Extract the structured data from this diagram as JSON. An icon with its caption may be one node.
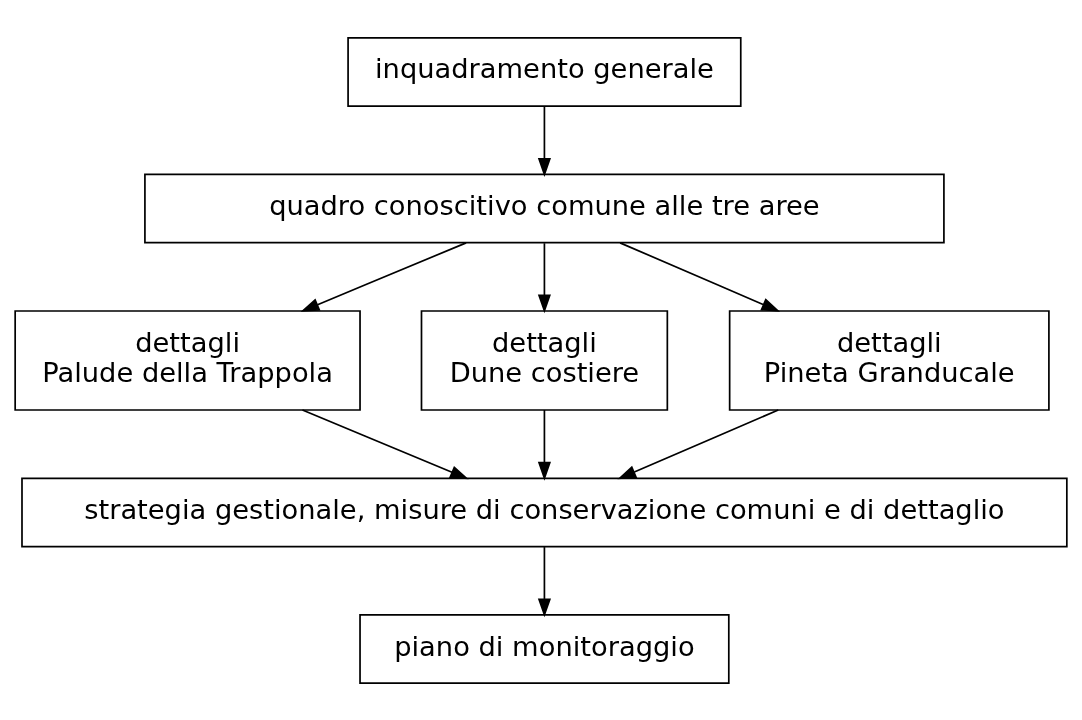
{
  "diagram": {
    "nodes": [
      {
        "text": [
          "inquadramento generale"
        ]
      },
      {
        "text": [
          "quadro conoscitivo comune alle tre aree"
        ]
      },
      {
        "text": [
          "dettagli Palude della Trappola"
        ]
      },
      {
        "text": [
          "dettagli Dune costiere"
        ]
      },
      {
        "text": [
          "dettagli Pineta Granducale"
        ]
      },
      {
        "text": [
          "strategia gestionale, misure di conservazione comuni e di dettaglio"
        ]
      },
      {
        "text": [
          "piano di monitoraggio"
        ]
      }
    ],
    "edges": [
      {
        "from": 0,
        "to": 1,
        "arrow": "to"
      },
      {
        "from": 1,
        "to": 2,
        "arrow": "to"
      },
      {
        "from": 1,
        "to": 3,
        "arrow": "to"
      },
      {
        "from": 1,
        "to": 4,
        "arrow": "to"
      },
      {
        "from": 2,
        "to": 5,
        "arrow": "to"
      },
      {
        "from": 3,
        "to": 5,
        "arrow": "to"
      },
      {
        "from": 4,
        "to": 5,
        "arrow": "to"
      },
      {
        "from": 5,
        "to": 6,
        "arrow": "to"
      }
    ]
  }
}
